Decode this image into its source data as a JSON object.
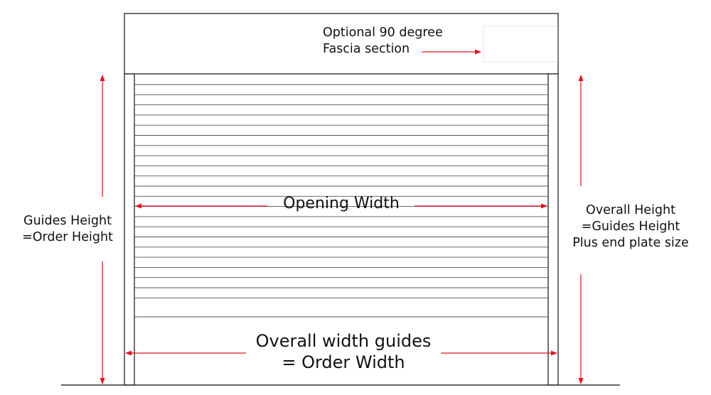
{
  "labels": {
    "fascia_line1": "Optional 90 degree",
    "fascia_line2": "Fascia section",
    "guides_height_line1": "Guides Height",
    "guides_height_line2": "=Order Height",
    "opening_width": "Opening Width",
    "overall_height_line1": "Overall Height",
    "overall_height_line2": "=Guides Height",
    "overall_height_line3": "Plus end plate size",
    "overall_width_line1": "Overall width guides",
    "overall_width_line2": "= Order Width"
  },
  "colors": {
    "line": "#333333",
    "slat": "#555555",
    "dimension_arrow": "#e8121e",
    "text": "#111111"
  }
}
